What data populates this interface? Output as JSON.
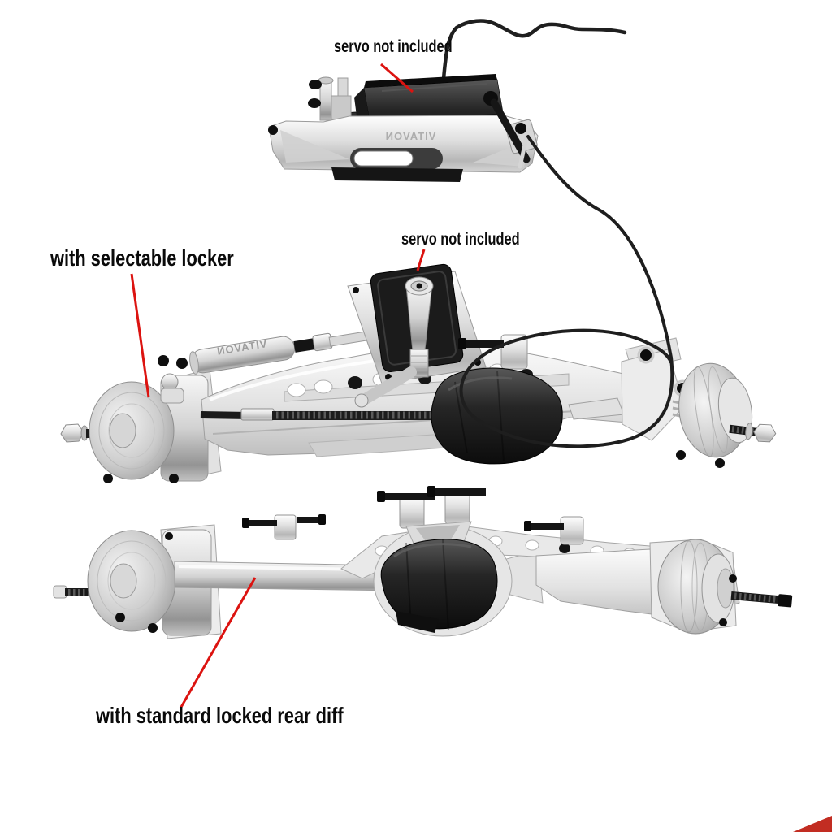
{
  "image": {
    "background_color": "#ffffff",
    "colors": {
      "annotation_red": "#dc1310",
      "label_text": "#0a0a0a",
      "corner_wedge_red": "#c22d22",
      "metal_silver": "#d9d9d9",
      "plastic_black": "#1b1b1b"
    }
  },
  "labels": {
    "servo_top": "servo not included",
    "servo_middle": "servo not included",
    "front_axle": "with selectable locker",
    "rear_axle": "with standard locked rear diff"
  },
  "engravings": {
    "brand": "VITAVON"
  }
}
